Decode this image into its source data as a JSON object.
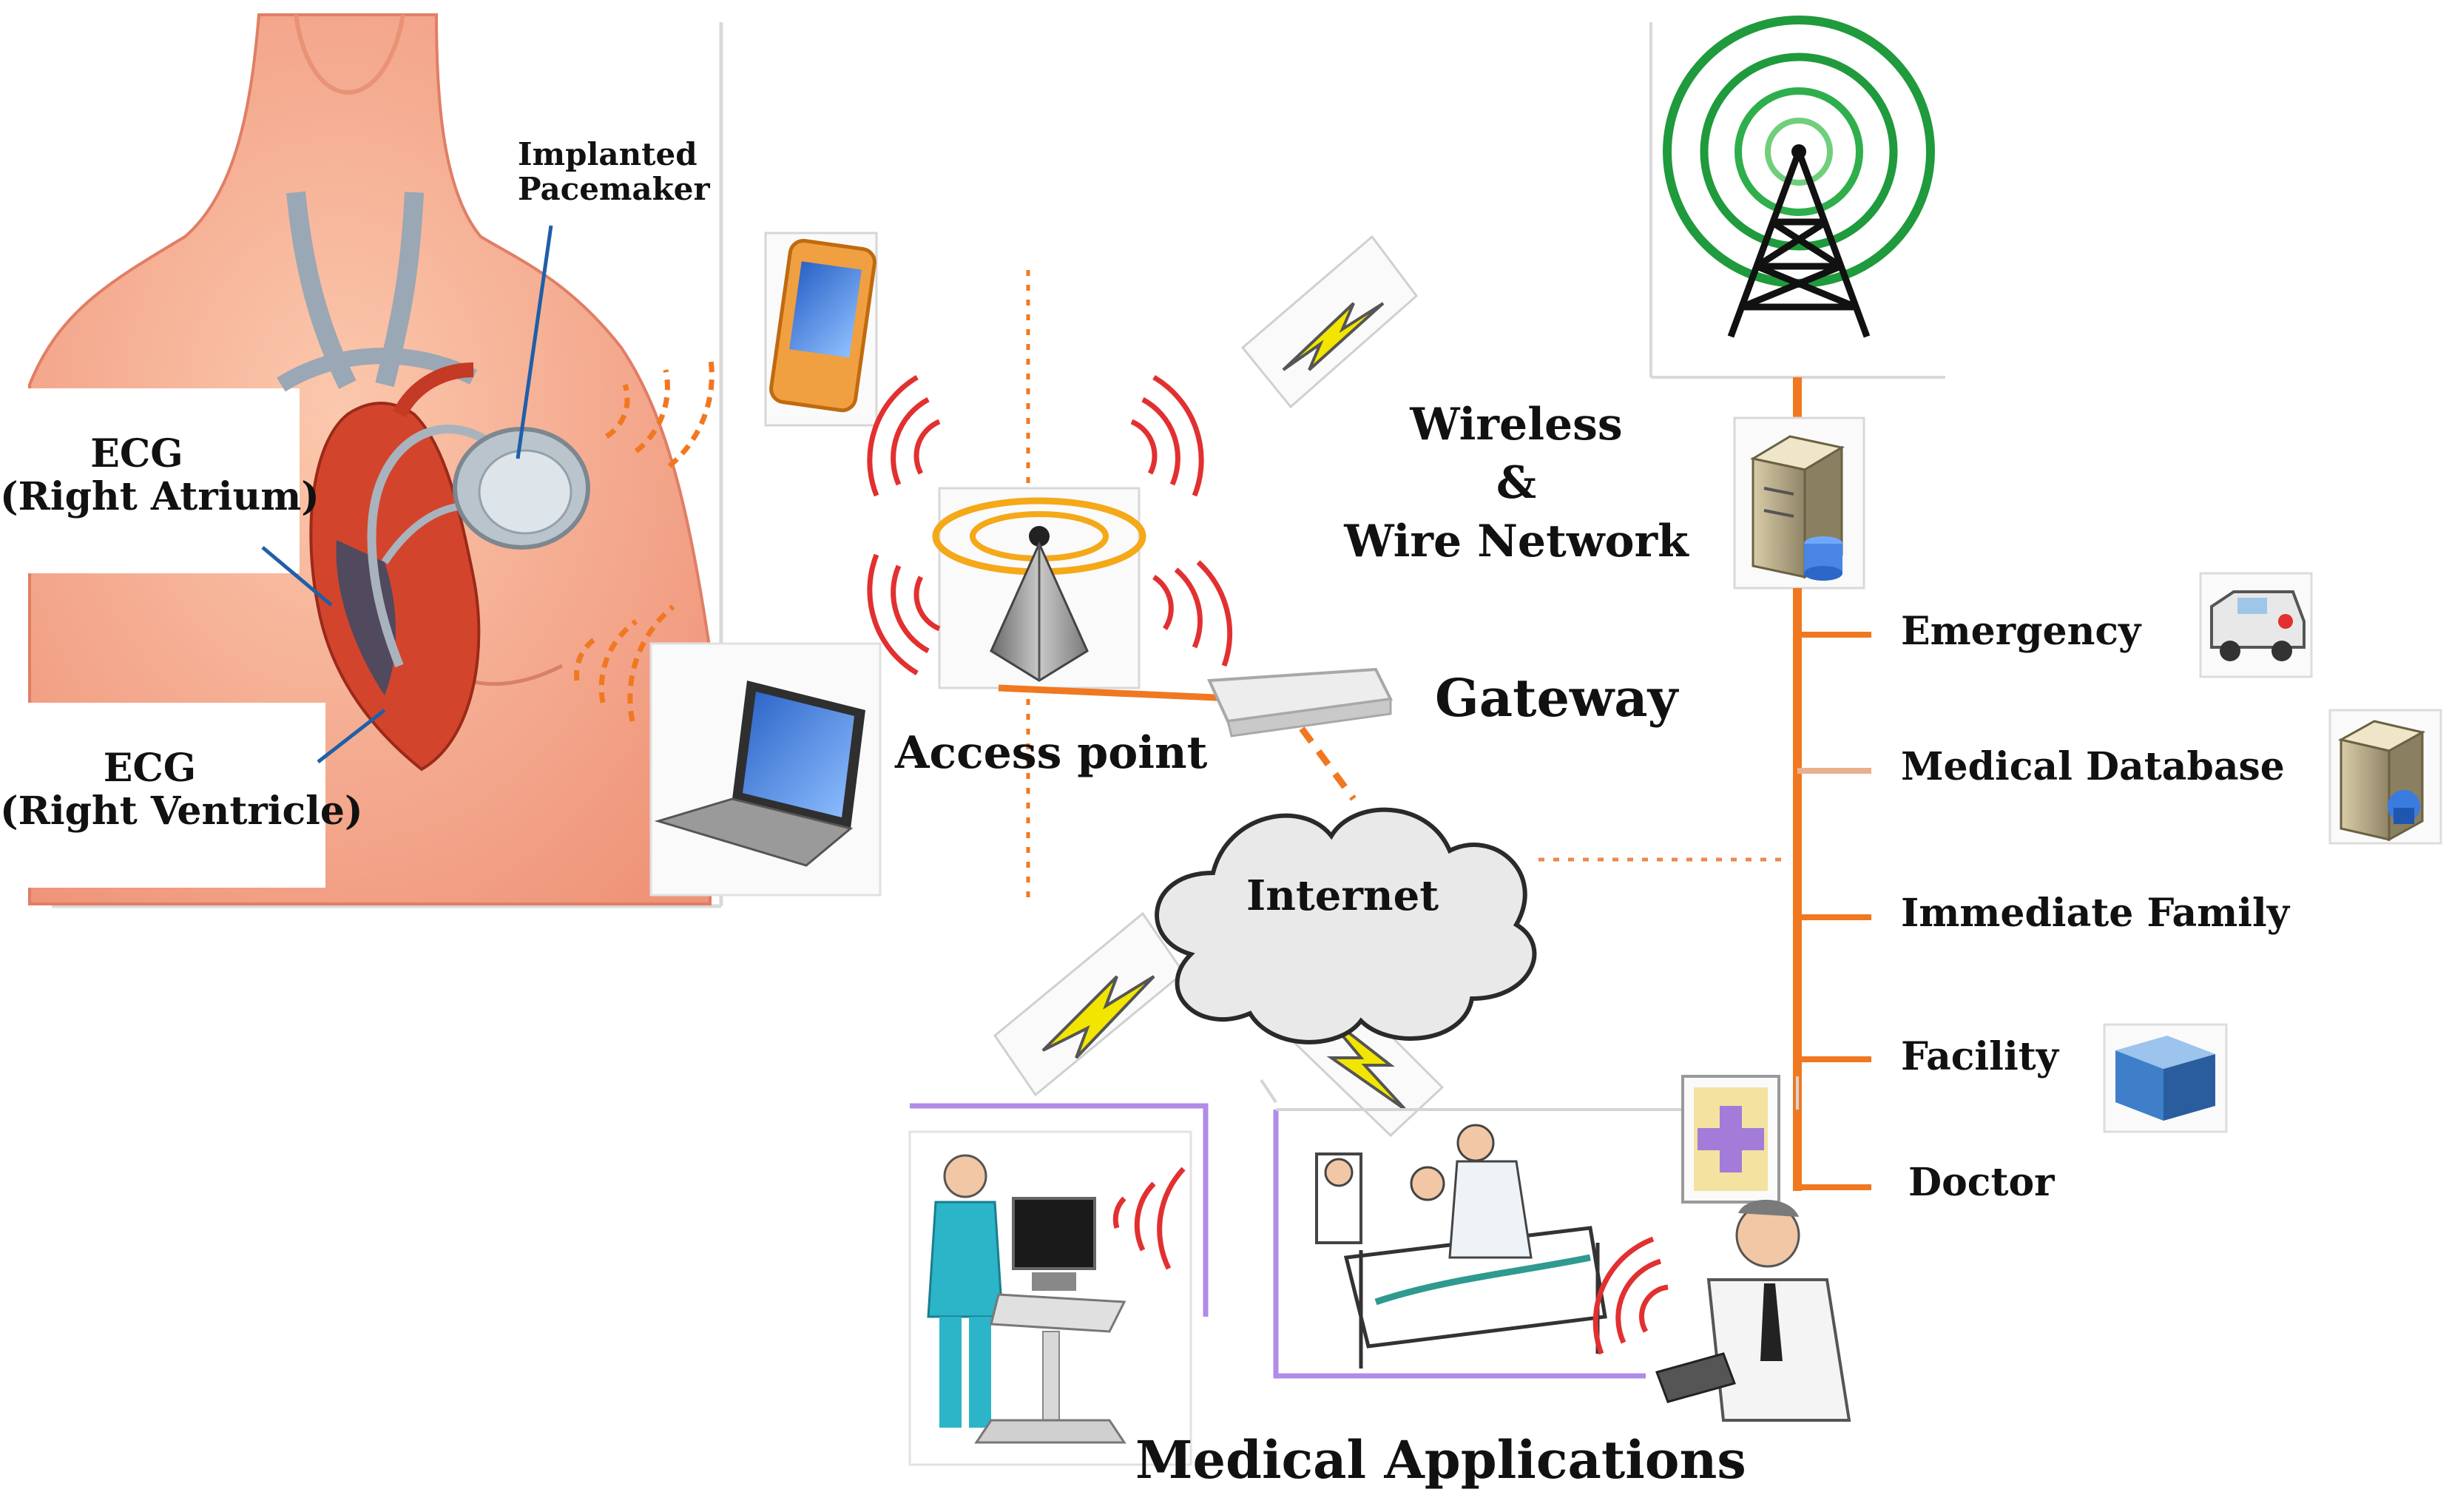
{
  "labels": {
    "implanted_pacemaker_line1": "Implanted",
    "implanted_pacemaker_line2": "Pacemaker",
    "ecg_atrium_line1": "ECG",
    "ecg_atrium_line2": "(Right Atrium)",
    "ecg_ventricle_line1": "ECG",
    "ecg_ventricle_line2": "(Right Ventricle)",
    "access_point": "Access point",
    "gateway": "Gateway",
    "internet": "Internet",
    "network_line1": "Wireless",
    "network_line2": "&",
    "network_line3": "Wire Network",
    "medical_applications": "Medical Applications"
  },
  "recipients": [
    {
      "label": "Emergency"
    },
    {
      "label": "Medical Database"
    },
    {
      "label": "Immediate Family"
    },
    {
      "label": "Facility"
    },
    {
      "label": "Doctor"
    }
  ],
  "colors": {
    "orange": "#f07820",
    "tower_green": "#1f9a3c",
    "skin": "#f4a88a",
    "heart_red": "#d2452c",
    "signal_red": "#e23030",
    "lavender": "#b18be8",
    "cloud": "#e9e9e9"
  }
}
